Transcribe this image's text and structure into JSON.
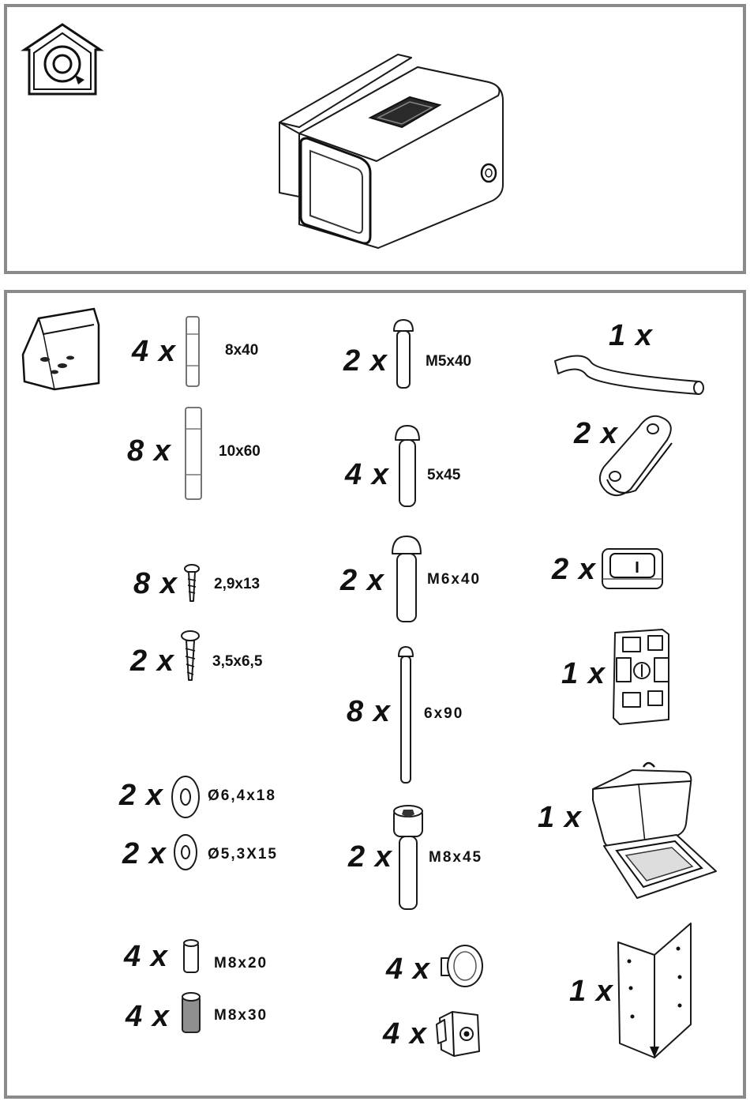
{
  "icons": {
    "recirculation": "recirculation-mode-house-icon",
    "bag": "hardware-bag-icon",
    "hood": "filter-box-icon"
  },
  "parts": {
    "dowel_8x40": {
      "qty": "4 x",
      "size": "8x40"
    },
    "dowel_10x60": {
      "qty": "8 x",
      "size": "10x60"
    },
    "screw_2_9x13": {
      "qty": "8 x",
      "size": "2,9x13"
    },
    "screw_3_5x6_5": {
      "qty": "2 x",
      "size": "3,5x6,5"
    },
    "washer_6_4x18": {
      "qty": "2 x",
      "size": "Ø6,4x18"
    },
    "washer_5_3x15": {
      "qty": "2 x",
      "size": "Ø5,3X15"
    },
    "nut_m8x20": {
      "qty": "4 x",
      "size": "M8x20"
    },
    "nut_m8x30": {
      "qty": "4 x",
      "size": "M8x30"
    },
    "screw_m5x40": {
      "qty": "2 x",
      "size": "M5x40"
    },
    "screw_5x45": {
      "qty": "4 x",
      "size": "5x45"
    },
    "screw_m6x40": {
      "qty": "2 x",
      "size": "M6x40"
    },
    "screw_6x90": {
      "qty": "8 x",
      "size": "6x90"
    },
    "bolt_m8x45": {
      "qty": "2 x",
      "size": "M8x45"
    },
    "knob": {
      "qty": "4 x"
    },
    "cage_nut": {
      "qty": "4 x"
    },
    "hose": {
      "qty": "1 x"
    },
    "bracket": {
      "qty": "2 x"
    },
    "clip": {
      "qty": "2 x"
    },
    "terminal_block": {
      "qty": "1 x"
    },
    "junction_box": {
      "qty": "1 x"
    },
    "corner_bracket": {
      "qty": "1 x"
    }
  }
}
